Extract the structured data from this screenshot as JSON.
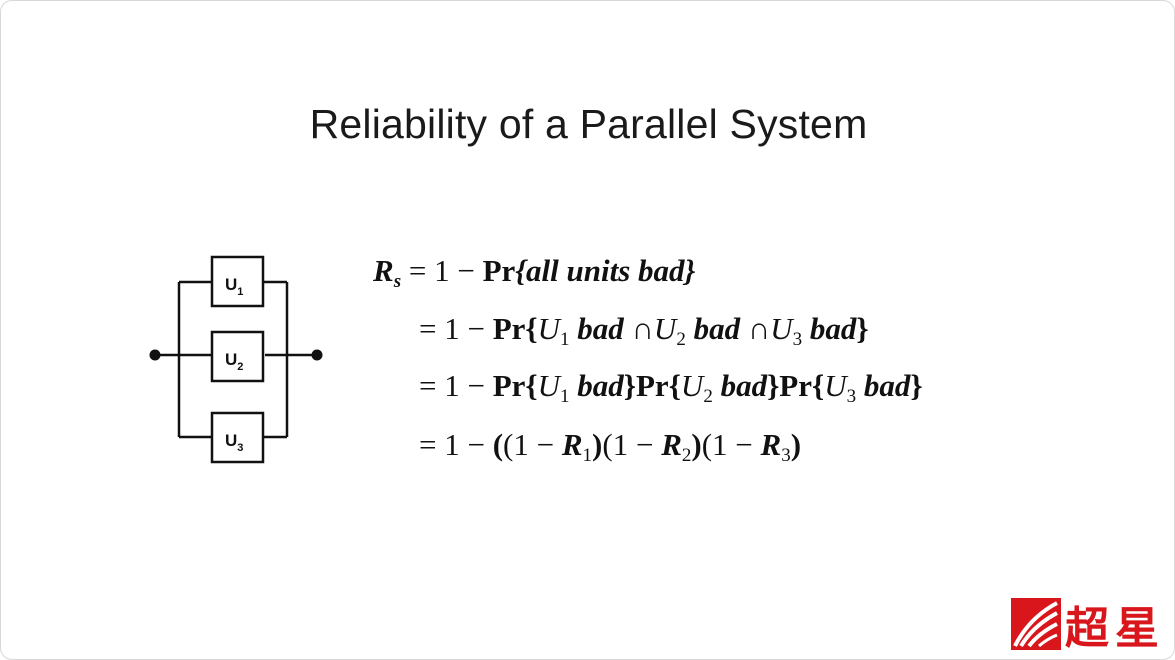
{
  "slide": {
    "title": "Reliability of a Parallel System",
    "diagram": {
      "units": [
        {
          "label": "U",
          "sub": "1"
        },
        {
          "label": "U",
          "sub": "2"
        },
        {
          "label": "U",
          "sub": "3"
        }
      ]
    },
    "equations": {
      "line1": {
        "lhs": "R",
        "lhs_sub": "s",
        "eq": "= 1 − ",
        "pr": "Pr",
        "body": "{all units bad}"
      },
      "line2": {
        "eq": "= 1 − ",
        "pr": "Pr",
        "open": "{",
        "u1": "U",
        "u1_sub": "1",
        "bad1": " bad ",
        "cap1": "∩",
        "u2": "U",
        "u2_sub": "2",
        "bad2": " bad ",
        "cap2": "∩",
        "u3": "U",
        "u3_sub": "3",
        "bad3": " bad",
        "close": "}"
      },
      "line3": {
        "eq": "= 1 − ",
        "pr1": "Pr",
        "open1": "{",
        "u1": "U",
        "u1_sub": "1",
        "bad1": " bad",
        "close1": "}",
        "pr2": "Pr",
        "open2": "{",
        "u2": "U",
        "u2_sub": "2",
        "bad2": " bad",
        "close2": "}",
        "pr3": "Pr",
        "open3": "{",
        "u3": "U",
        "u3_sub": "3",
        "bad3": " bad",
        "close3": "}"
      },
      "line4": {
        "eq": "= 1 − ",
        "t1a": "(",
        "t1b": "(1 − ",
        "r1": "R",
        "r1_sub": "1",
        "t1c": ")",
        "t2b": "(1 − ",
        "r2": "R",
        "r2_sub": "2",
        "t2c": ")",
        "t3b": "(1 − ",
        "r3": "R",
        "r3_sub": "3",
        "t3c": ")"
      }
    }
  },
  "logo": {
    "chars": [
      "超",
      "星"
    ]
  },
  "colors": {
    "logo_red": "#d8161b",
    "text": "#111111"
  }
}
